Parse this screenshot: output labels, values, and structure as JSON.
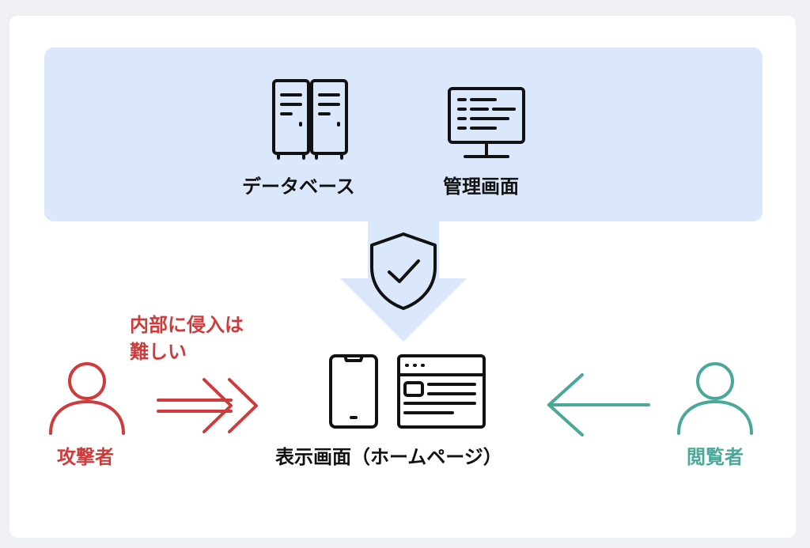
{
  "backend": {
    "database_label": "データベース",
    "admin_label": "管理画面"
  },
  "frontend": {
    "label": "表示画面（ホームページ）"
  },
  "attacker": {
    "label": "攻撃者",
    "note_line1": "内部に侵入は",
    "note_line2": "難しい"
  },
  "viewer": {
    "label": "閲覧者"
  },
  "colors": {
    "panel": "#dbe8fb",
    "attacker": "#cf3a3a",
    "viewer": "#4aa898",
    "ink": "#111111"
  },
  "icons": [
    "server-icon",
    "monitor-icon",
    "shield-check-icon",
    "smartphone-icon",
    "browser-window-icon",
    "person-icon",
    "double-chevron-arrow-icon",
    "left-arrow-icon"
  ]
}
